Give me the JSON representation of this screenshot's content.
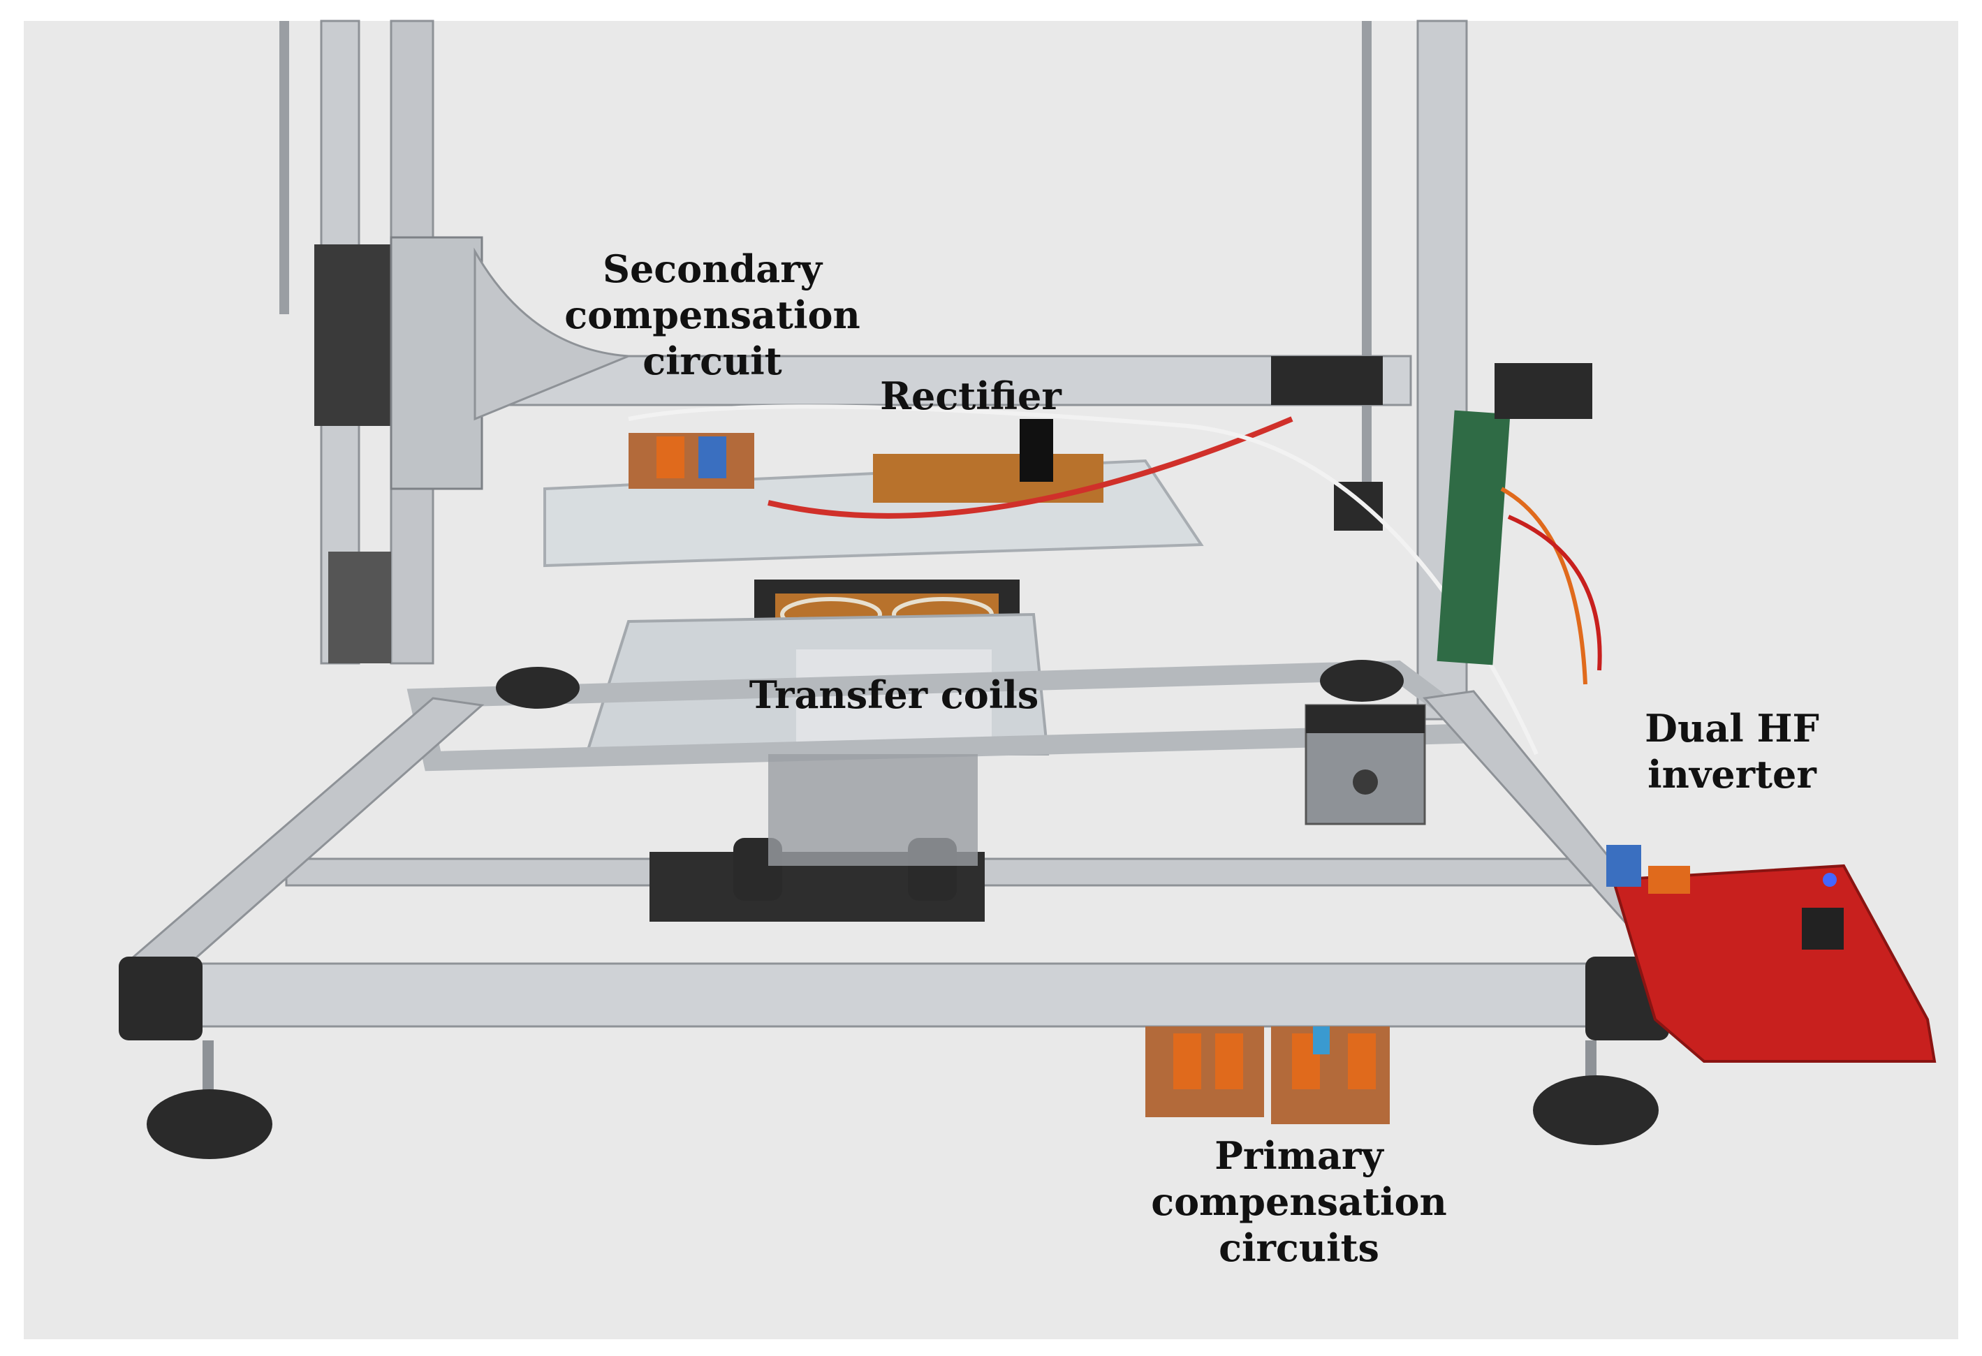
{
  "labels": {
    "secondary_compensation": [
      "Secondary",
      "compensation",
      "circuit"
    ],
    "rectifier": [
      "Rectifier"
    ],
    "transfer_coils": [
      "Transfer coils"
    ],
    "dual_hf_inverter": [
      "Dual HF",
      "inverter"
    ],
    "primary_compensation": [
      "Primary",
      "compensation",
      "circuits"
    ]
  },
  "colors": {
    "background": "#e9e9e9",
    "aluminum": "#c9ccd0",
    "aluminum_dark": "#8e9297",
    "plastic_black": "#2a2a2a",
    "acrylic": "#d8dde0",
    "pcb_red": "#c8201e",
    "pcb_green": "#2f6b45",
    "coil_copper": "#b8722c",
    "terminal_orange": "#e06a1c"
  }
}
